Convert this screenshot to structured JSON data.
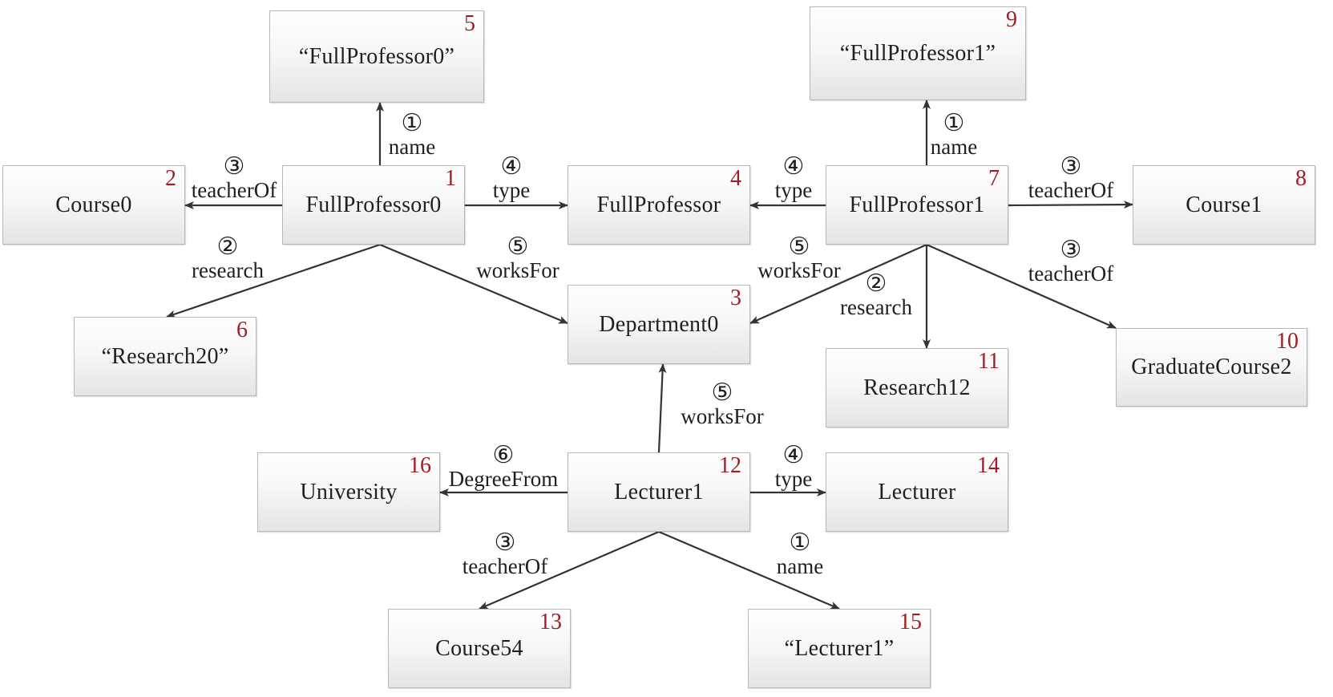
{
  "nodes": [
    {
      "id": "n1",
      "label": "FullProfessor0",
      "num": "1"
    },
    {
      "id": "n2",
      "label": "Course0",
      "num": "2"
    },
    {
      "id": "n3",
      "label": "Department0",
      "num": "3"
    },
    {
      "id": "n4",
      "label": "FullProfessor",
      "num": "4"
    },
    {
      "id": "n5",
      "label": "“FullProfessor0”",
      "num": "5"
    },
    {
      "id": "n6",
      "label": "“Research20”",
      "num": "6"
    },
    {
      "id": "n7",
      "label": "FullProfessor1",
      "num": "7"
    },
    {
      "id": "n8",
      "label": "Course1",
      "num": "8"
    },
    {
      "id": "n9",
      "label": "“FullProfessor1”",
      "num": "9"
    },
    {
      "id": "n10",
      "label": "GraduateCourse2",
      "num": "10"
    },
    {
      "id": "n11",
      "label": "Research12",
      "num": "11"
    },
    {
      "id": "n12",
      "label": "Lecturer1",
      "num": "12"
    },
    {
      "id": "n13",
      "label": "Course54",
      "num": "13"
    },
    {
      "id": "n14",
      "label": "Lecturer",
      "num": "14"
    },
    {
      "id": "n15",
      "label": "“Lecturer1”",
      "num": "15"
    },
    {
      "id": "n16",
      "label": "University",
      "num": "16"
    }
  ],
  "edges": [
    {
      "id": "e1",
      "from": "FullProfessor0",
      "to": "“FullProfessor0”",
      "order": "①",
      "label": "name"
    },
    {
      "id": "e2",
      "from": "FullProfessor0",
      "to": "Course0",
      "order": "③",
      "label": "teacherOf"
    },
    {
      "id": "e3",
      "from": "FullProfessor0",
      "to": "FullProfessor",
      "order": "④",
      "label": "type"
    },
    {
      "id": "e4",
      "from": "FullProfessor0",
      "to": "“Research20”",
      "order": "②",
      "label": "research"
    },
    {
      "id": "e5",
      "from": "FullProfessor0",
      "to": "Department0",
      "order": "⑤",
      "label": "worksFor"
    },
    {
      "id": "e6",
      "from": "FullProfessor1",
      "to": "“FullProfessor1”",
      "order": "①",
      "label": "name"
    },
    {
      "id": "e7",
      "from": "FullProfessor1",
      "to": "FullProfessor",
      "order": "④",
      "label": "type"
    },
    {
      "id": "e8",
      "from": "FullProfessor1",
      "to": "Course1",
      "order": "③",
      "label": "teacherOf"
    },
    {
      "id": "e9",
      "from": "FullProfessor1",
      "to": "Department0",
      "order": "⑤",
      "label": "worksFor"
    },
    {
      "id": "e10",
      "from": "FullProfessor1",
      "to": "Research12",
      "order": "②",
      "label": "research"
    },
    {
      "id": "e11",
      "from": "FullProfessor1",
      "to": "GraduateCourse2",
      "order": "③",
      "label": "teacherOf"
    },
    {
      "id": "e12",
      "from": "Lecturer1",
      "to": "Department0",
      "order": "⑤",
      "label": "worksFor"
    },
    {
      "id": "e13",
      "from": "Lecturer1",
      "to": "University",
      "order": "⑥",
      "label": "DegreeFrom"
    },
    {
      "id": "e14",
      "from": "Lecturer1",
      "to": "Lecturer",
      "order": "④",
      "label": "type"
    },
    {
      "id": "e15",
      "from": "Lecturer1",
      "to": "Course54",
      "order": "③",
      "label": "teacherOf"
    },
    {
      "id": "e16",
      "from": "Lecturer1",
      "to": "“Lecturer1”",
      "order": "①",
      "label": "name"
    }
  ]
}
